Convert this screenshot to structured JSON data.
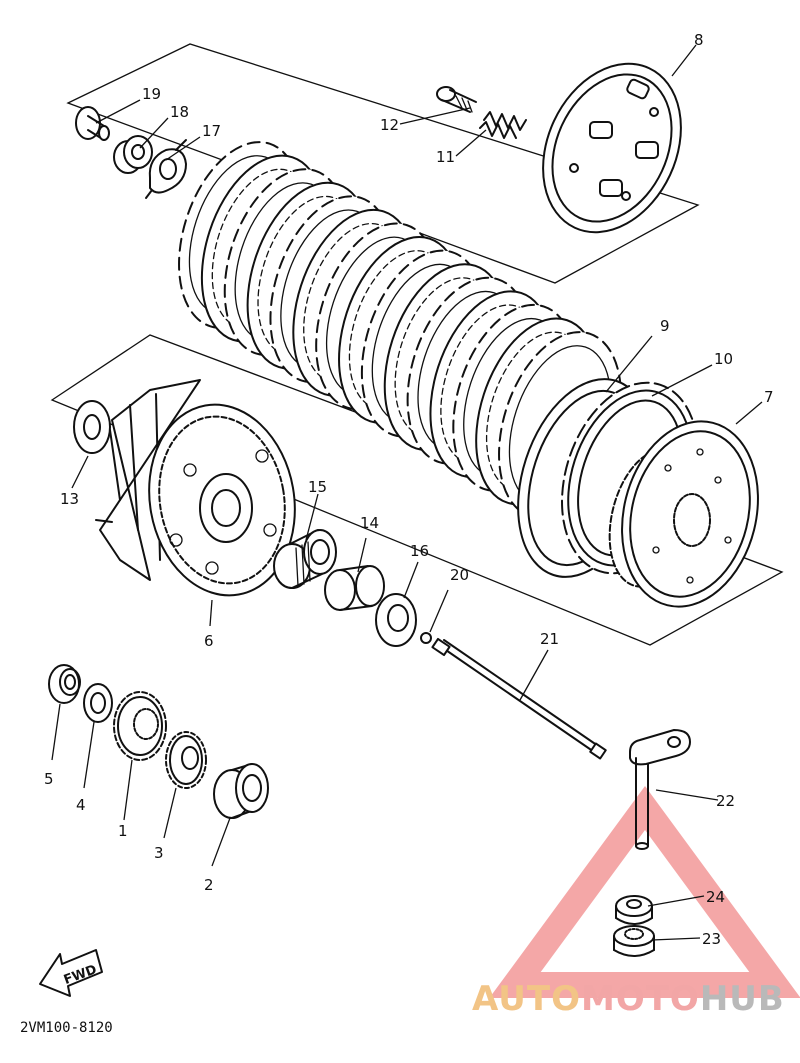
{
  "diagram": {
    "callouts": {
      "p1": "1",
      "p2": "2",
      "p3": "3",
      "p4": "4",
      "p5": "5",
      "p6": "6",
      "p7": "7",
      "p8": "8",
      "p9": "9",
      "p10": "10",
      "p11": "11",
      "p12": "12",
      "p13": "13",
      "p14": "14",
      "p15": "15",
      "p16": "16",
      "p17": "17",
      "p18": "18",
      "p19": "19",
      "p20": "20",
      "p21": "21",
      "p22": "22",
      "p23": "23",
      "p24": "24"
    },
    "fwd_label": "FWD",
    "drawing_code": "2VM100-8120"
  },
  "watermark": {
    "part1": "AUTO",
    "part2": "MOTO",
    "part3": "HUB",
    "colors": {
      "auto": "#f2c486",
      "moto": "#f2a6a6",
      "hub": "#b9b9b9",
      "triangle": "#f08a8a"
    }
  }
}
